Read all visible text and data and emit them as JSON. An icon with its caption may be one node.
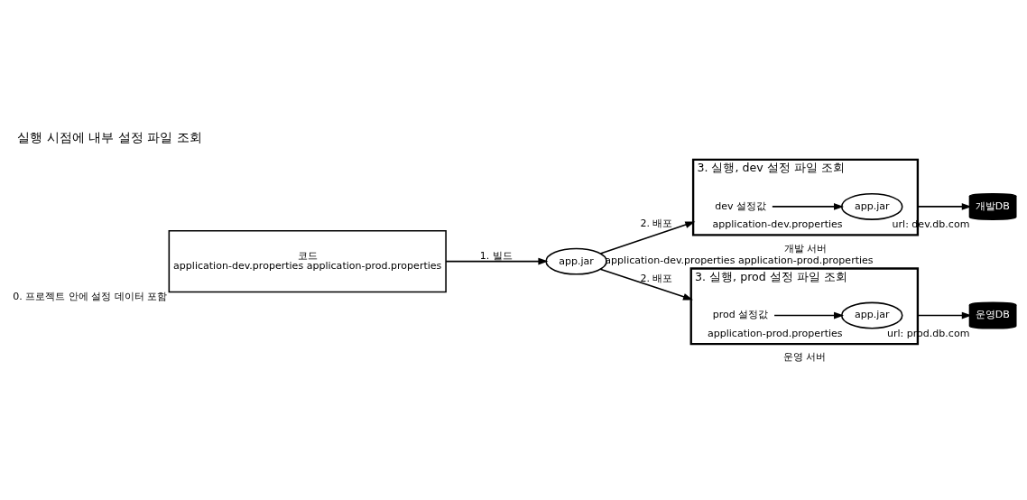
{
  "diagram": {
    "title": "실행 시점에 내부 설정 파일 조회",
    "nodes": [
      {
        "text": [
          "코드",
          "application-dev.properties application-prod.properties"
        ],
        "beside": [
          "0. 프로젝트 안에 설정 데이터 포함"
        ]
      },
      {
        "text": [
          "app.jar"
        ],
        "beside": [
          "application-dev.properties application-prod.properties"
        ]
      },
      {
        "text": [
          "3. 실행, dev 설정 파일 조회"
        ],
        "beside": [
          "개발 서버"
        ]
      },
      {
        "text": [
          "dev 설정값"
        ],
        "in": 2
      },
      {
        "text": [
          "app.jar"
        ],
        "in": 2,
        "beside": [
          "application-dev.properties"
        ]
      },
      {
        "text": [
          "개발DB"
        ],
        "beside": [
          "url: dev.db.com"
        ]
      },
      {
        "text": [
          "3. 실행, prod 설정 파일 조회"
        ],
        "beside": [
          "운영 서버"
        ]
      },
      {
        "text": [
          "prod 설정값"
        ],
        "in": 6
      },
      {
        "text": [
          "app.jar"
        ],
        "in": 6,
        "beside": [
          "application-prod.properties"
        ]
      },
      {
        "text": [
          "운영DB"
        ],
        "beside": [
          "url: prod.db.com"
        ]
      }
    ],
    "edges": [
      {
        "from": 0,
        "to": 1,
        "arrow": "to",
        "label": "1. 빌드"
      },
      {
        "from": 1,
        "to": 2,
        "arrow": "to",
        "label": "2. 배포"
      },
      {
        "from": 1,
        "to": 6,
        "arrow": "to",
        "label": "2. 배포"
      },
      {
        "from": 3,
        "to": 4,
        "arrow": "to"
      },
      {
        "from": 2,
        "to": 5,
        "arrow": "to"
      },
      {
        "from": 7,
        "to": 8,
        "arrow": "to"
      },
      {
        "from": 6,
        "to": 9,
        "arrow": "to"
      }
    ]
  }
}
